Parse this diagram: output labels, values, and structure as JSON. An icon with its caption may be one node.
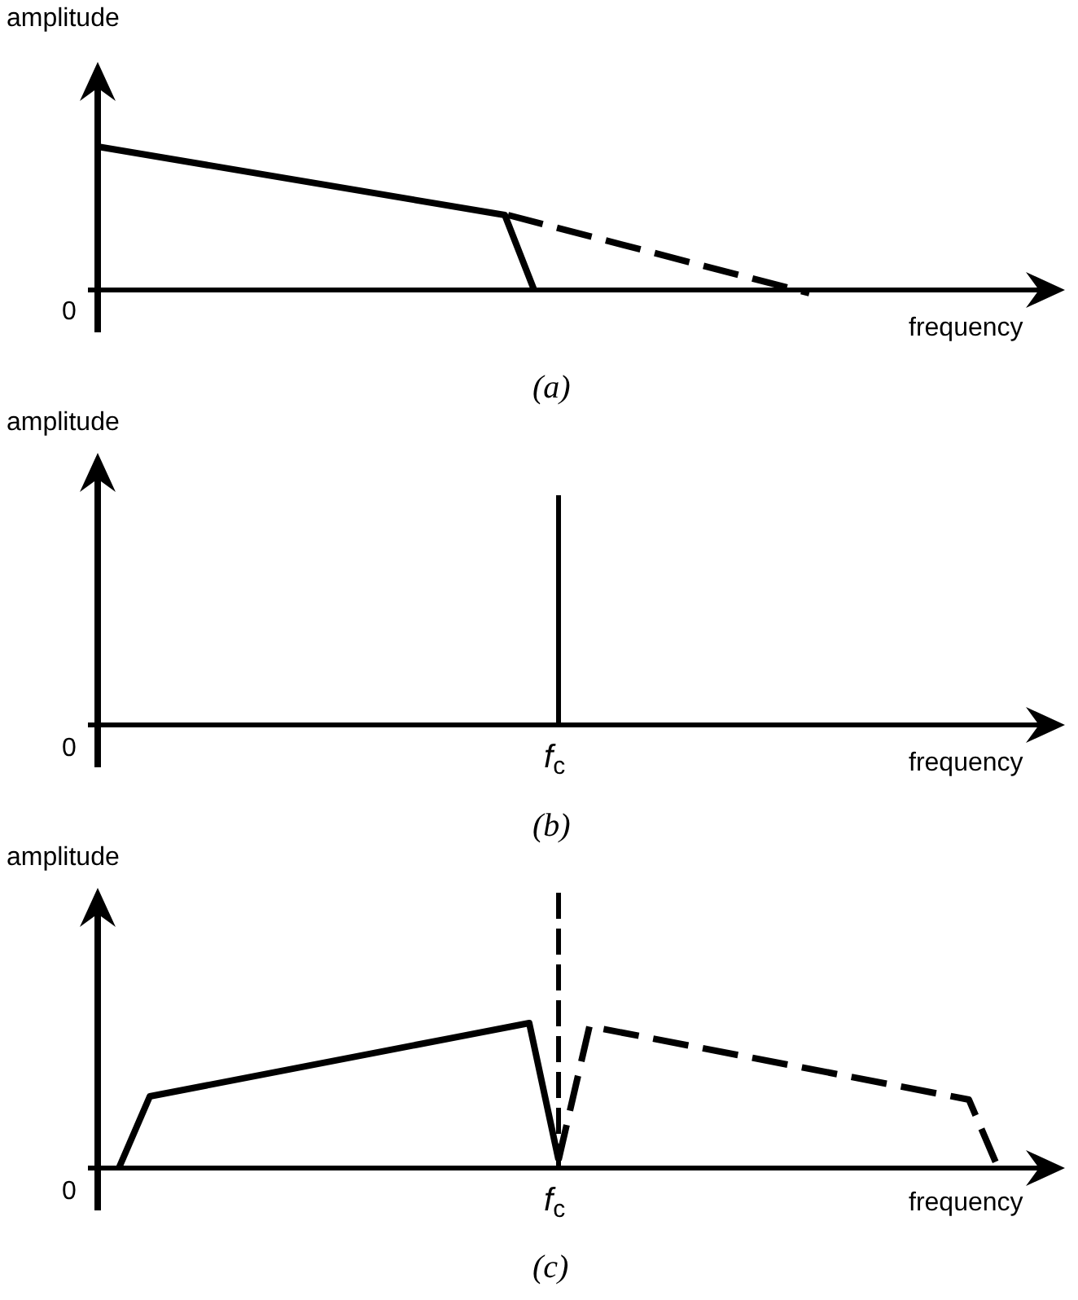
{
  "diagram": {
    "labels": [
      "amplitude",
      "0",
      "frequency",
      "(a)",
      "amplitude",
      "0",
      "*f*$_{c}$",
      "frequency",
      "(b)",
      "amplitude",
      "0",
      "*f*$_{c}$",
      "frequency",
      "(c)"
    ]
  }
}
